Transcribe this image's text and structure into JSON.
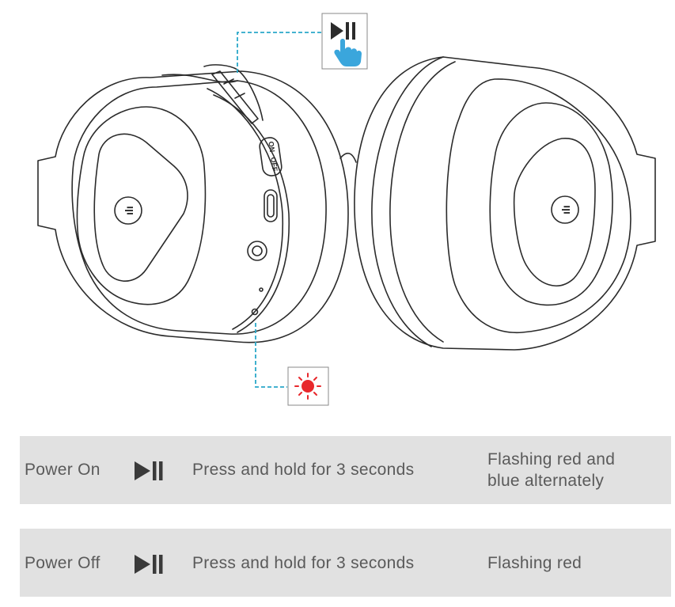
{
  "colors": {
    "line_art": "#2b2b2b",
    "callout_dash": "#2aa8c9",
    "led_red": "#e8282c",
    "hand_blue": "#3aa6dc",
    "table_bg": "#e1e1e1",
    "text": "#5a5a5a"
  },
  "diagram": {
    "earcup_button_labels": [
      "ON",
      "OFF"
    ],
    "callout_top_icon": "play-pause-press-icon",
    "callout_bottom_icon": "red-led-icon"
  },
  "table": {
    "rows": [
      {
        "label": "Power On",
        "icon": "play-pause-icon",
        "action": "Press and hold for 3 seconds",
        "result_lines": [
          "Flashing red and",
          "blue alternately"
        ]
      },
      {
        "label": "Power Off",
        "icon": "play-pause-icon",
        "action": "Press and hold for 3 seconds",
        "result_lines": [
          "Flashing red"
        ]
      }
    ]
  }
}
